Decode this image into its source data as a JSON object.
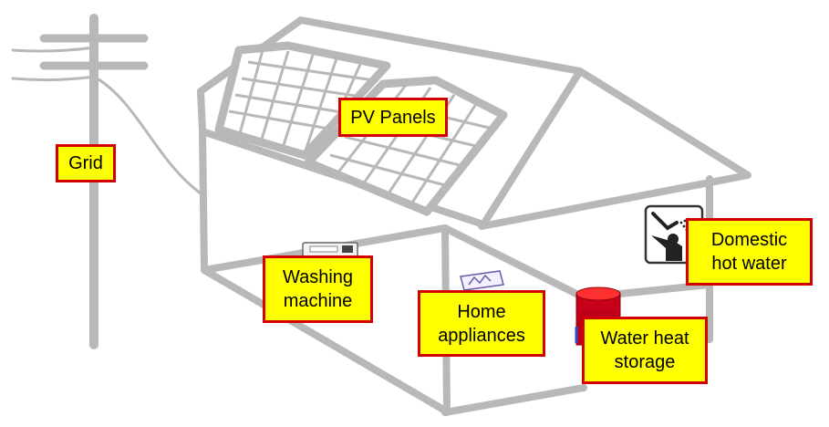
{
  "labels": {
    "grid": "Grid",
    "pv_panels": "PV Panels",
    "washing_machine": [
      "Washing",
      "machine"
    ],
    "home_appliances": [
      "Home",
      "appliances"
    ],
    "water_heat_storage": [
      "Water heat",
      "storage"
    ],
    "domestic_hot_water": [
      "Domestic",
      "hot water"
    ]
  },
  "colors": {
    "label_fill": "#ffff00",
    "label_border": "#d40000",
    "outline": "#b8b8b8",
    "tank": "#d0001a"
  },
  "icons": [
    "utility-pole-icon",
    "solar-panel-icon",
    "washing-machine-icon",
    "appliance-icon",
    "water-tank-icon",
    "shower-icon"
  ]
}
